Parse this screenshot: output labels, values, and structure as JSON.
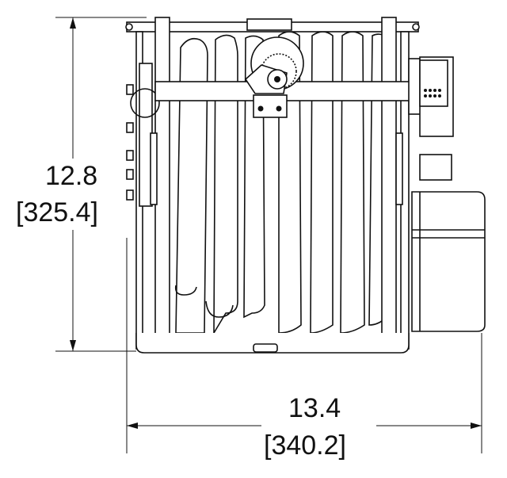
{
  "drawing": {
    "height_dimension": {
      "inches": "12.8",
      "millimeters": "[325.4]"
    },
    "width_dimension": {
      "inches": "13.4",
      "millimeters": "[340.2]"
    }
  }
}
